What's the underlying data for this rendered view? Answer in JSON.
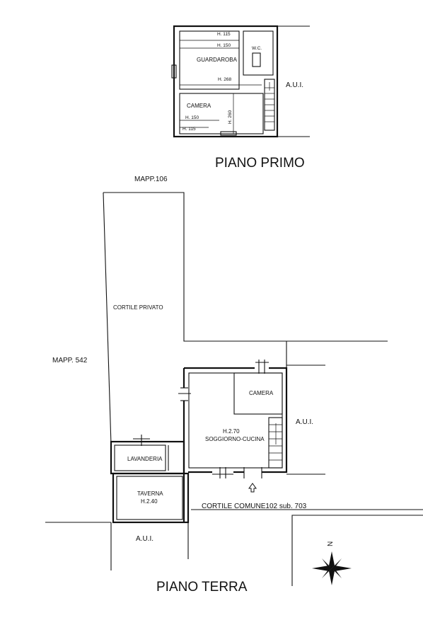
{
  "piano_primo": {
    "title": "PIANO PRIMO",
    "aui_label": "A.U.I.",
    "rooms": {
      "guardaroba": "GUARDAROBA",
      "wc": "W.C.",
      "camera": "CAMERA"
    },
    "heights": {
      "h115_top": "H. 115",
      "h150_top": "H. 150",
      "h268": "H. 268",
      "h260": "H. 260",
      "h150_bottom": "H. 150",
      "h115_bottom": "H. 115"
    }
  },
  "piano_terra": {
    "title": "PIANO TERRA",
    "mapp_106": "MAPP.106",
    "mapp_542": "MAPP. 542",
    "cortile_privato": "CORTILE PRIVATO",
    "camera": "CAMERA",
    "soggiorno_height": "H.2.70",
    "soggiorno": "SOGGIORNO-CUCINA",
    "lavanderia": "LAVANDERIA",
    "taverna": "TAVERNA",
    "taverna_height": "H.2.40",
    "aui_right": "A.U.I.",
    "aui_bottom": "A.U.I.",
    "cortile_comune": "CORTILE COMUNE102 sub. 703"
  },
  "compass": {
    "north_label": "N"
  }
}
